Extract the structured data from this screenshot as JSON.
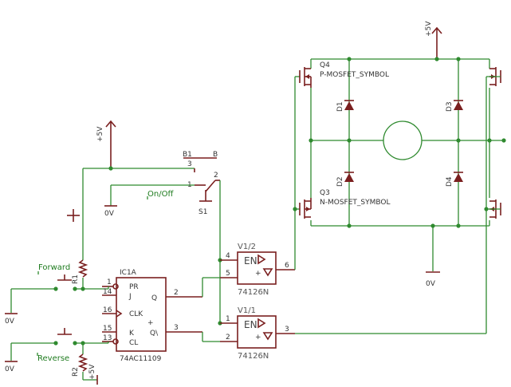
{
  "labels": {
    "vcc_switch": "+5V",
    "vcc_bridge": "+5V",
    "vcc_r2": "+5V",
    "gnd_switch": "0V",
    "gnd_bridge": "0V",
    "gnd_forward": "0V",
    "gnd_reverse": "0V",
    "b1": "B1",
    "b": "B",
    "pin3": "3",
    "pin1": "1",
    "pin2": "2",
    "onoff": "On/Off",
    "s1": "S1",
    "forward": "Forward",
    "reverse": "Reverse",
    "r1": "R1",
    "r2": "R2",
    "q4": "Q4",
    "q4_type": "P-MOSFET_SYMBOL",
    "q3": "Q3",
    "q3_type": "N-MOSFET_SYMBOL",
    "d1": "D1",
    "d2": "D2",
    "d3": "D3",
    "d4": "D4",
    "ic1a": "IC1A",
    "ic1a_part": "74AC11109",
    "pr": "PR",
    "j": "J",
    "clk": "CLK",
    "k": "K",
    "cl": "CL",
    "q": "Q",
    "qn": "Q\\",
    "ic_p1": "1",
    "ic_p14": "14",
    "ic_p16": "16",
    "ic_p15": "15",
    "ic_p13": "13",
    "ic_p2": "2",
    "ic_p3": "3",
    "v12": "V1/2",
    "v11": "V1/1",
    "buf_part_top": "74126N",
    "buf_part_bot": "74126N",
    "en": "EN",
    "b_p4": "4",
    "b_p5": "5",
    "b_p6": "6",
    "b_p1": "1",
    "b_p2": "2",
    "b_p3": "3"
  }
}
